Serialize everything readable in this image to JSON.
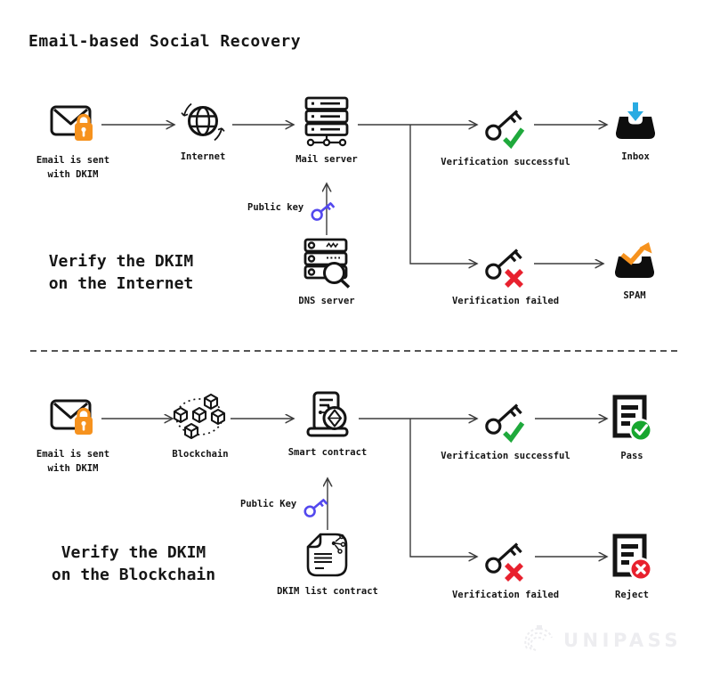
{
  "title": "Email-based Social Recovery",
  "watermark": "UNIPASS",
  "internet_flow": {
    "heading": {
      "line1": "Verify the DKIM",
      "line2": "on the Internet"
    },
    "email": {
      "line1": "Email is sent",
      "line2": "with DKIM"
    },
    "internet": "Internet",
    "mail_server": "Mail server",
    "public_key": "Public key",
    "dns_server": "DNS server",
    "verification_successful": "Verification successful",
    "inbox": "Inbox",
    "verification_failed": "Verification failed",
    "spam": "SPAM"
  },
  "blockchain_flow": {
    "heading": {
      "line1": "Verify the DKIM",
      "line2": "on the Blockchain"
    },
    "email": {
      "line1": "Email is sent",
      "line2": "with DKIM"
    },
    "blockchain": "Blockchain",
    "smart_contract": "Smart contract",
    "public_key": "Public Key",
    "dkim_list_contract": "DKIM list contract",
    "verification_successful": "Verification successful",
    "pass": "Pass",
    "verification_failed": "Verification failed",
    "reject": "Reject"
  },
  "colors": {
    "ink": "#141414",
    "wire": "#3c3c3c",
    "accent_orange": "#f6921e",
    "accent_blue": "#29abe2",
    "success_green": "#1fa93c",
    "fail_red": "#e8212e",
    "key_purple": "#5348ee",
    "watermark": "#ededf0"
  }
}
